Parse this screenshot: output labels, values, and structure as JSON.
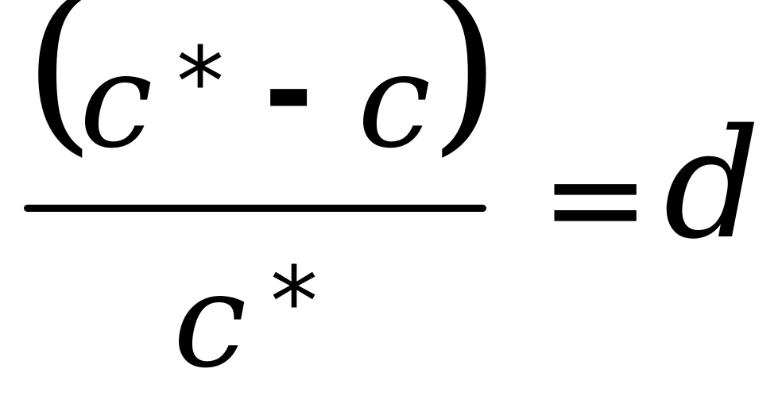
{
  "equation": {
    "numerator": {
      "open_paren": "(",
      "c_star_var": "c",
      "c_star_sup": "*",
      "minus": "-",
      "c_var": "c",
      "close_paren": ")"
    },
    "denominator": {
      "c_var": "c",
      "star": "*"
    },
    "equals": "=",
    "rhs": "d"
  }
}
